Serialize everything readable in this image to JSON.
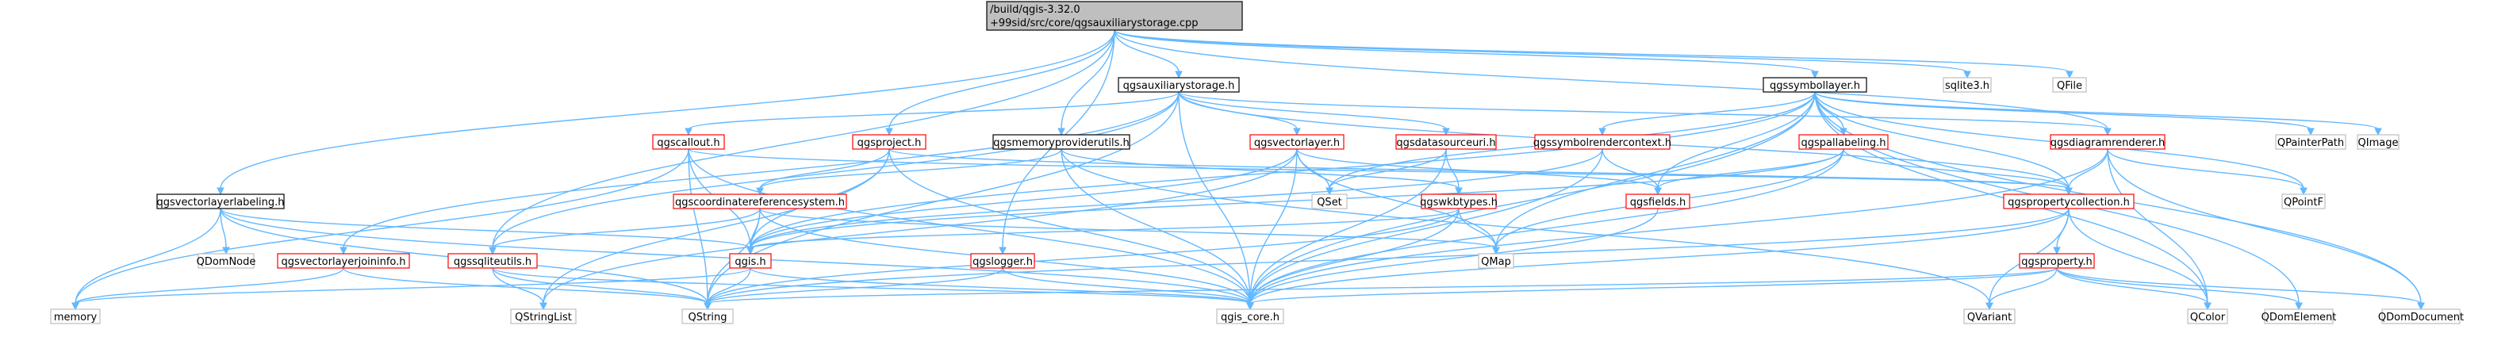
{
  "graph": {
    "colors": {
      "edge": "#63b8ff",
      "root_fill": "#bfbfbf",
      "root_border": "#000000",
      "header_fill": "#ffffff",
      "header_border": "#000000",
      "linked_header_border": "#ff0000",
      "external_border": "#bfbfbf",
      "text": "#000000"
    },
    "nodes": {
      "root": {
        "lines": [
          "/build/qgis-3.32.0",
          "+99sid/src/core/qgsauxiliarystorage.cpp"
        ],
        "kind": "root"
      },
      "qgsauxiliarystorage_h": {
        "lines": [
          "qgsauxiliarystorage.h"
        ],
        "kind": "header"
      },
      "qgssymbollayer_h": {
        "lines": [
          "qgssymbollayer.h"
        ],
        "kind": "header"
      },
      "sqlite3_h": {
        "lines": [
          "sqlite3.h"
        ],
        "kind": "external"
      },
      "qfile": {
        "lines": [
          "QFile"
        ],
        "kind": "external"
      },
      "qgscallout_h": {
        "lines": [
          "qgscallout.h"
        ],
        "kind": "linked"
      },
      "qgsproject_h": {
        "lines": [
          "qgsproject.h"
        ],
        "kind": "linked"
      },
      "qgsmemoryproviderutils_h": {
        "lines": [
          "qgsmemoryproviderutils.h"
        ],
        "kind": "header"
      },
      "qgsvectorlayer_h": {
        "lines": [
          "qgsvectorlayer.h"
        ],
        "kind": "linked"
      },
      "qgsdatasourceuri_h": {
        "lines": [
          "qgsdatasourceuri.h"
        ],
        "kind": "linked"
      },
      "qgssymbolrendercontext_h": {
        "lines": [
          "qgssymbolrendercontext.h"
        ],
        "kind": "linked"
      },
      "qgspallabeling_h": {
        "lines": [
          "qgspallabeling.h"
        ],
        "kind": "linked"
      },
      "qgsdiagramrenderer_h": {
        "lines": [
          "qgsdiagramrenderer.h"
        ],
        "kind": "linked"
      },
      "qpainterpath": {
        "lines": [
          "QPainterPath"
        ],
        "kind": "external"
      },
      "qimage": {
        "lines": [
          "QImage"
        ],
        "kind": "external"
      },
      "qgsvectorlayerlabeling_h": {
        "lines": [
          "qgsvectorlayerlabeling.h"
        ],
        "kind": "header"
      },
      "qgscoordinatereferencesystem_h": {
        "lines": [
          "qgscoordinatereferencesystem.h"
        ],
        "kind": "linked"
      },
      "qset": {
        "lines": [
          "QSet"
        ],
        "kind": "external"
      },
      "qgswkbtypes_h": {
        "lines": [
          "qgswkbtypes.h"
        ],
        "kind": "linked"
      },
      "qgsfields_h": {
        "lines": [
          "qgsfields.h"
        ],
        "kind": "linked"
      },
      "qgspropertycollection_h": {
        "lines": [
          "qgspropertycollection.h"
        ],
        "kind": "linked"
      },
      "qpointf": {
        "lines": [
          "QPointF"
        ],
        "kind": "external"
      },
      "qdomnode": {
        "lines": [
          "QDomNode"
        ],
        "kind": "external"
      },
      "qgsvectorlayerjoininfo_h": {
        "lines": [
          "qgsvectorlayerjoininfo.h"
        ],
        "kind": "linked"
      },
      "qgssqliteutils_h": {
        "lines": [
          "qgssqliteutils.h"
        ],
        "kind": "linked"
      },
      "qgis_h": {
        "lines": [
          "qgis.h"
        ],
        "kind": "linked"
      },
      "qgslogger_h": {
        "lines": [
          "qgslogger.h"
        ],
        "kind": "linked"
      },
      "qmap": {
        "lines": [
          "QMap"
        ],
        "kind": "external"
      },
      "qgsproperty_h": {
        "lines": [
          "qgsproperty.h"
        ],
        "kind": "linked"
      },
      "memory": {
        "lines": [
          "memory"
        ],
        "kind": "external"
      },
      "qstringlist": {
        "lines": [
          "QStringList"
        ],
        "kind": "external"
      },
      "qstring": {
        "lines": [
          "QString"
        ],
        "kind": "external"
      },
      "qgis_core_h": {
        "lines": [
          "qgis_core.h"
        ],
        "kind": "external"
      },
      "qvariant": {
        "lines": [
          "QVariant"
        ],
        "kind": "external"
      },
      "qcolor": {
        "lines": [
          "QColor"
        ],
        "kind": "external"
      },
      "qdomelement": {
        "lines": [
          "QDomElement"
        ],
        "kind": "external"
      },
      "qdomdocument": {
        "lines": [
          "QDomDocument"
        ],
        "kind": "external"
      }
    },
    "edges": [
      [
        "root",
        "qgsauxiliarystorage_h"
      ],
      [
        "root",
        "qgssymbollayer_h"
      ],
      [
        "root",
        "sqlite3_h"
      ],
      [
        "root",
        "qfile"
      ],
      [
        "root",
        "qgsproject_h"
      ],
      [
        "root",
        "qgsmemoryproviderutils_h"
      ],
      [
        "root",
        "qgsvectorlayerlabeling_h"
      ],
      [
        "root",
        "qgssqliteutils_h"
      ],
      [
        "root",
        "qgslogger_h"
      ],
      [
        "root",
        "qgsdiagramrenderer_h"
      ],
      [
        "qgsauxiliarystorage_h",
        "qgscallout_h"
      ],
      [
        "qgsauxiliarystorage_h",
        "qgsvectorlayer_h"
      ],
      [
        "qgsauxiliarystorage_h",
        "qgsdatasourceuri_h"
      ],
      [
        "qgsauxiliarystorage_h",
        "qgsdiagramrenderer_h"
      ],
      [
        "qgsauxiliarystorage_h",
        "qgssqliteutils_h"
      ],
      [
        "qgsauxiliarystorage_h",
        "qgsvectorlayerjoininfo_h"
      ],
      [
        "qgsauxiliarystorage_h",
        "qgspropertycollection_h"
      ],
      [
        "qgsauxiliarystorage_h",
        "qgis_core_h"
      ],
      [
        "qgsauxiliarystorage_h",
        "qstring"
      ],
      [
        "qgssymbollayer_h",
        "qgssymbolrendercontext_h"
      ],
      [
        "qgssymbollayer_h",
        "qgspallabeling_h"
      ],
      [
        "qgssymbollayer_h",
        "qgsfields_h"
      ],
      [
        "qgssymbollayer_h",
        "qgspropertycollection_h"
      ],
      [
        "qgssymbollayer_h",
        "qgis_h"
      ],
      [
        "qgssymbollayer_h",
        "qset"
      ],
      [
        "qgssymbollayer_h",
        "qmap"
      ],
      [
        "qgssymbollayer_h",
        "qpainterpath"
      ],
      [
        "qgssymbollayer_h",
        "qimage"
      ],
      [
        "qgssymbollayer_h",
        "qpointf"
      ],
      [
        "qgssymbollayer_h",
        "qcolor"
      ],
      [
        "qgssymbollayer_h",
        "qdomelement"
      ],
      [
        "qgssymbollayer_h",
        "qdomdocument"
      ],
      [
        "qgssymbollayer_h",
        "qgis_core_h"
      ],
      [
        "qgscallout_h",
        "qgis_h"
      ],
      [
        "qgscallout_h",
        "qgis_core_h"
      ],
      [
        "qgscallout_h",
        "qstring"
      ],
      [
        "qgscallout_h",
        "memory"
      ],
      [
        "qgscallout_h",
        "qgspropertycollection_h"
      ],
      [
        "qgsproject_h",
        "qgscoordinatereferencesystem_h"
      ],
      [
        "qgsproject_h",
        "qgis_h"
      ],
      [
        "qgsproject_h",
        "qgis_core_h"
      ],
      [
        "qgsproject_h",
        "qstringlist"
      ],
      [
        "qgsproject_h",
        "qgspropertycollection_h"
      ],
      [
        "qgsmemoryproviderutils_h",
        "qgis_core_h"
      ],
      [
        "qgsmemoryproviderutils_h",
        "qgswkbtypes_h"
      ],
      [
        "qgsmemoryproviderutils_h",
        "qgscoordinatereferencesystem_h"
      ],
      [
        "qgsmemoryproviderutils_h",
        "qvariant"
      ],
      [
        "qgsvectorlayer_h",
        "qgis_h"
      ],
      [
        "qgsvectorlayer_h",
        "qgis_core_h"
      ],
      [
        "qgsvectorlayer_h",
        "qset"
      ],
      [
        "qgsvectorlayer_h",
        "qmap"
      ],
      [
        "qgsvectorlayer_h",
        "qgsfields_h"
      ],
      [
        "qgsvectorlayer_h",
        "qstringlist"
      ],
      [
        "qgsdatasourceuri_h",
        "qgswkbtypes_h"
      ],
      [
        "qgsdatasourceuri_h",
        "qgis_core_h"
      ],
      [
        "qgsdatasourceuri_h",
        "qset"
      ],
      [
        "qgssymbolrendercontext_h",
        "qgsfields_h"
      ],
      [
        "qgssymbolrendercontext_h",
        "qgis_h"
      ],
      [
        "qgssymbolrendercontext_h",
        "qgis_core_h"
      ],
      [
        "qgspallabeling_h",
        "qgsfields_h"
      ],
      [
        "qgspallabeling_h",
        "qgspropertycollection_h"
      ],
      [
        "qgspallabeling_h",
        "qmap"
      ],
      [
        "qgspallabeling_h",
        "qgis_core_h"
      ],
      [
        "qgspallabeling_h",
        "qgis_h"
      ],
      [
        "qgsdiagramrenderer_h",
        "qgspropertycollection_h"
      ],
      [
        "qgsdiagramrenderer_h",
        "qcolor"
      ],
      [
        "qgsdiagramrenderer_h",
        "qpointf"
      ],
      [
        "qgsdiagramrenderer_h",
        "qdomdocument"
      ],
      [
        "qgsdiagramrenderer_h",
        "qgis_core_h"
      ],
      [
        "qgsvectorlayerlabeling_h",
        "qdomnode"
      ],
      [
        "qgsvectorlayerlabeling_h",
        "memory"
      ],
      [
        "qgsvectorlayerlabeling_h",
        "qstring"
      ],
      [
        "qgsvectorlayerlabeling_h",
        "qgis_core_h"
      ],
      [
        "qgsvectorlayerlabeling_h",
        "qgis_h"
      ],
      [
        "qgscoordinatereferencesystem_h",
        "qgis_h"
      ],
      [
        "qgscoordinatereferencesystem_h",
        "qgssqliteutils_h"
      ],
      [
        "qgscoordinatereferencesystem_h",
        "qstring"
      ],
      [
        "qgscoordinatereferencesystem_h",
        "qgis_core_h"
      ],
      [
        "qgscoordinatereferencesystem_h",
        "qmap"
      ],
      [
        "qgswkbtypes_h",
        "qgis_h"
      ],
      [
        "qgswkbtypes_h",
        "qmap"
      ],
      [
        "qgswkbtypes_h",
        "qgis_core_h"
      ],
      [
        "qgswkbtypes_h",
        "qstring"
      ],
      [
        "qgsfields_h",
        "qgis_core_h"
      ],
      [
        "qgspropertycollection_h",
        "qgsproperty_h"
      ],
      [
        "qgspropertycollection_h",
        "qvariant"
      ],
      [
        "qgspropertycollection_h",
        "qgis_core_h"
      ],
      [
        "qgspropertycollection_h",
        "qstring"
      ],
      [
        "qgspropertycollection_h",
        "qcolor"
      ],
      [
        "qgsvectorlayerjoininfo_h",
        "qstring"
      ],
      [
        "qgsvectorlayerjoininfo_h",
        "memory"
      ],
      [
        "qgssqliteutils_h",
        "qstring"
      ],
      [
        "qgssqliteutils_h",
        "qgis_core_h"
      ],
      [
        "qgssqliteutils_h",
        "qstringlist"
      ],
      [
        "qgis_h",
        "qgis_core_h"
      ],
      [
        "qgis_h",
        "qstring"
      ],
      [
        "qgis_h",
        "memory"
      ],
      [
        "qgslogger_h",
        "qgis_core_h"
      ],
      [
        "qgslogger_h",
        "qstring"
      ],
      [
        "qgsproperty_h",
        "qgis_core_h"
      ],
      [
        "qgsproperty_h",
        "qvariant"
      ],
      [
        "qgsproperty_h",
        "qcolor"
      ],
      [
        "qgsproperty_h",
        "qdomelement"
      ],
      [
        "qgsproperty_h",
        "qdomdocument"
      ],
      [
        "qgsproperty_h",
        "qstring"
      ]
    ]
  }
}
